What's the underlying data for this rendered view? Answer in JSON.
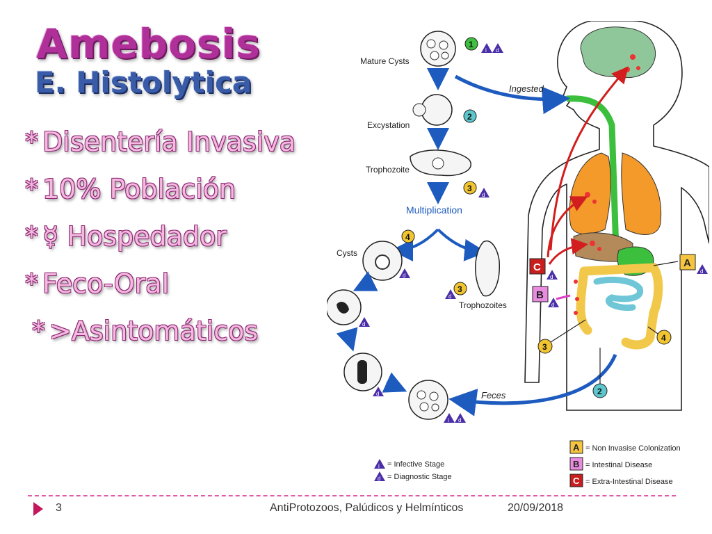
{
  "slide": {
    "title": "Amebosis",
    "subtitle": "E. Histolytica",
    "bullets": [
      {
        "star": "*",
        "text": "Disentería Invasiva"
      },
      {
        "star": "*",
        "text": "10% Población"
      },
      {
        "star": "*",
        "text": "☿  Hospedador"
      },
      {
        "star": "*",
        "text": "Feco-Oral"
      },
      {
        "star": "*",
        "text": ">Asintomáticos"
      }
    ]
  },
  "diagram": {
    "labels": {
      "mature_cysts": "Mature Cysts",
      "excystation": "Excystation",
      "trophozoite": "Trophozoite",
      "multiplication": "Multiplication",
      "cysts": "Cysts",
      "trophozoites": "Trophozoites",
      "ingested": "Ingested",
      "feces": "Feces"
    },
    "markers": {
      "n1": "1",
      "n2": "2",
      "n3": "3",
      "n4": "4",
      "i": "i",
      "d": "d",
      "A": "A",
      "B": "B",
      "C": "C"
    },
    "legend": {
      "infective": "= Infective Stage",
      "diagnostic": "= Diagnostic Stage",
      "a": "= Non Invasise Colonization",
      "b": "= Intestinal Disease",
      "c": "= Extra-Intestinal Disease"
    },
    "colors": {
      "arrow_blue": "#1e5bbf",
      "marker_green": "#3fbf3f",
      "marker_teal": "#5cc6cc",
      "marker_yellow": "#f2c530",
      "triangle_purple": "#4b2fa8",
      "a_yellow": "#f5c542",
      "b_pink": "#e88ce0",
      "c_red": "#c81e1e",
      "brain": "#8fc79a",
      "lungs": "#f39a2a",
      "esophagus": "#3cbf3c",
      "liver": "#b58a5a",
      "intestine": "#f2c84a",
      "small_intestine": "#6ec6d6",
      "red_path": "#d21e1e"
    }
  },
  "footer": {
    "slide_number": "3",
    "title": "AntiProtozoos, Palúdicos y Helmínticos",
    "date": "20/09/2018"
  }
}
